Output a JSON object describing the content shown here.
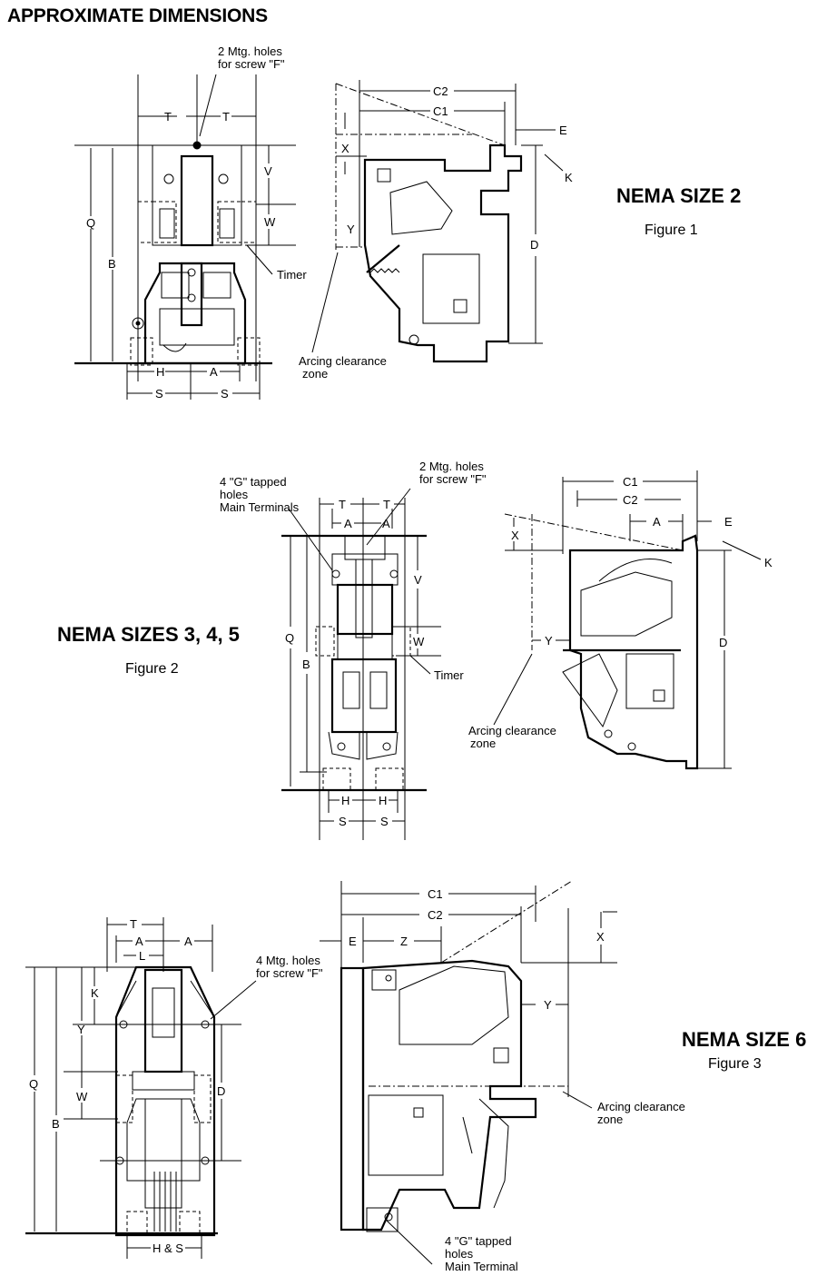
{
  "page": {
    "title": "APPROXIMATE DIMENSIONS"
  },
  "figure1": {
    "heading": "NEMA SIZE  2",
    "caption": "Figure 1",
    "note_mtg": [
      "2 Mtg. holes",
      "for screw \"F\""
    ],
    "timer": "Timer",
    "arcing": [
      "Arcing clearance",
      "zone"
    ],
    "dims": {
      "T1": "T",
      "T2": "T",
      "V": "V",
      "W": "W",
      "Q": "Q",
      "B": "B",
      "H": "H",
      "A": "A",
      "S1": "S",
      "S2": "S",
      "C2": "C2",
      "C1": "C1",
      "E": "E",
      "X": "X",
      "Y": "Y",
      "K": "K",
      "D": "D"
    }
  },
  "figure2": {
    "heading": "NEMA SIZES 3, 4, 5",
    "caption": "Figure 2",
    "note_tapped": [
      "4 \"G\" tapped",
      "holes",
      "Main Terminals"
    ],
    "note_mtg": [
      "2 Mtg. holes",
      "for screw \"F\""
    ],
    "timer": "Timer",
    "arcing": [
      "Arcing clearance",
      "zone"
    ],
    "dims": {
      "T1": "T",
      "T2": "T",
      "A1": "A",
      "A2": "A",
      "V": "V",
      "W": "W",
      "Q": "Q",
      "B": "B",
      "H1": "H",
      "H2": "H",
      "S1": "S",
      "S2": "S",
      "C1": "C1",
      "C2": "C2",
      "A3": "A",
      "E": "E",
      "X": "X",
      "K": "K",
      "Y": "Y",
      "D": "D"
    }
  },
  "figure3": {
    "heading": "NEMA SIZE 6",
    "caption": "Figure 3",
    "note_mtg": [
      "4 Mtg. holes",
      "for screw \"F\""
    ],
    "note_tapped": [
      "4 \"G\" tapped",
      "holes",
      "Main Terminal"
    ],
    "arcing": [
      "Arcing clearance",
      "zone"
    ],
    "dims": {
      "T": "T",
      "A1": "A",
      "A2": "A",
      "L": "L",
      "K": "K",
      "Y": "Y",
      "W": "W",
      "Q": "Q",
      "B": "B",
      "D": "D",
      "HS": "H & S",
      "C1": "C1",
      "C2": "C2",
      "E": "E",
      "Z": "Z",
      "X": "X",
      "Y2": "Y"
    }
  }
}
